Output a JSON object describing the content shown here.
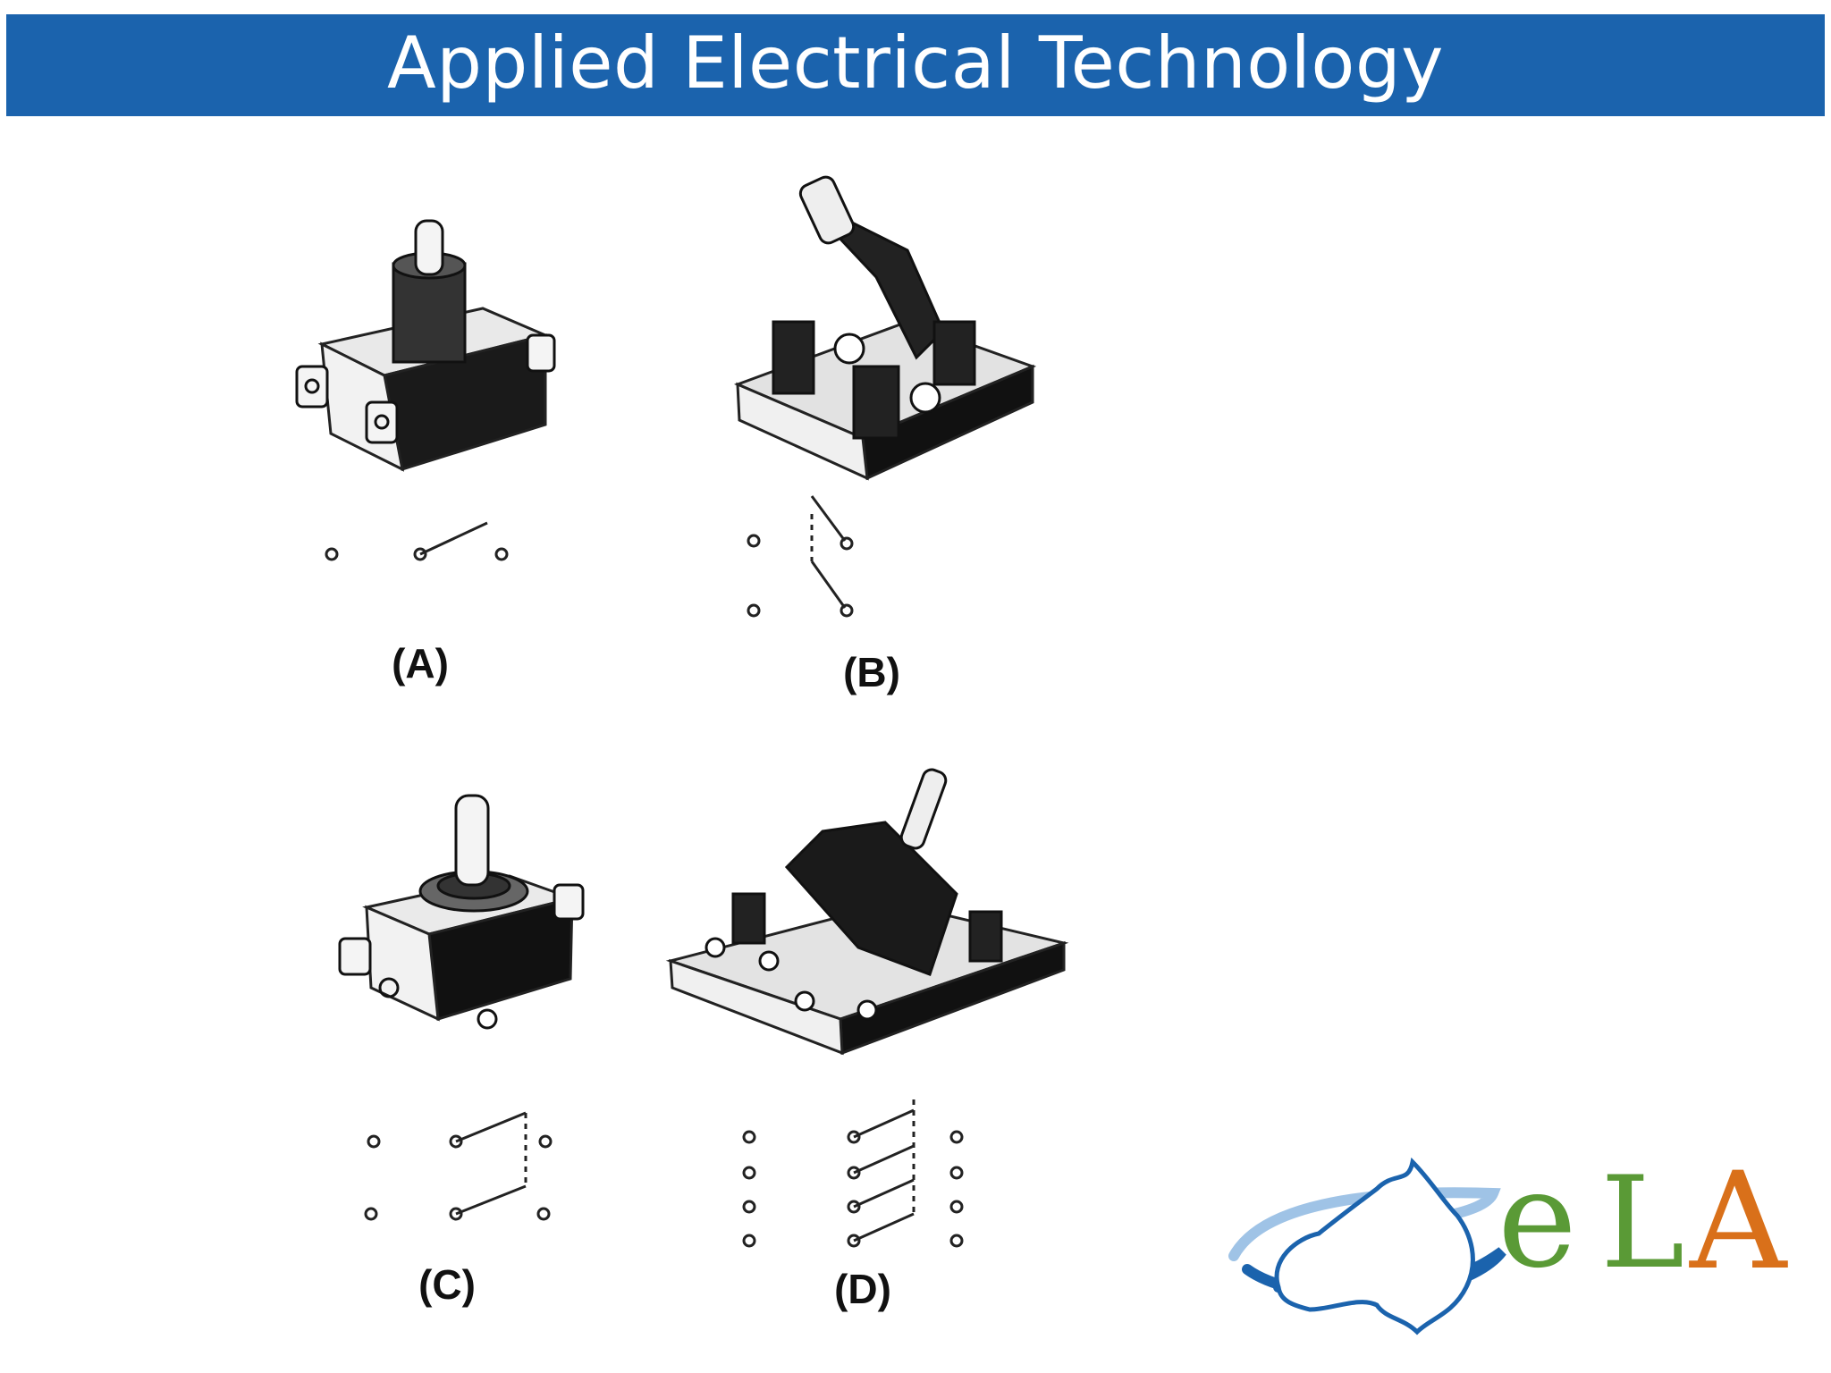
{
  "header": {
    "title": "Applied Electrical Technology",
    "background_color": "#1b63ad"
  },
  "figures": [
    {
      "id": "A",
      "label": "(A)"
    },
    {
      "id": "B",
      "label": "(B)"
    },
    {
      "id": "C",
      "label": "(C)"
    },
    {
      "id": "D",
      "label": "(D)"
    }
  ],
  "logo": {
    "letters": [
      "e",
      "L",
      "A"
    ],
    "colors": {
      "e": "#5a9a36",
      "L": "#5a9a36",
      "A": "#d9701a",
      "swoosh": "#1b63ad"
    },
    "icon": "australia-map-icon"
  }
}
